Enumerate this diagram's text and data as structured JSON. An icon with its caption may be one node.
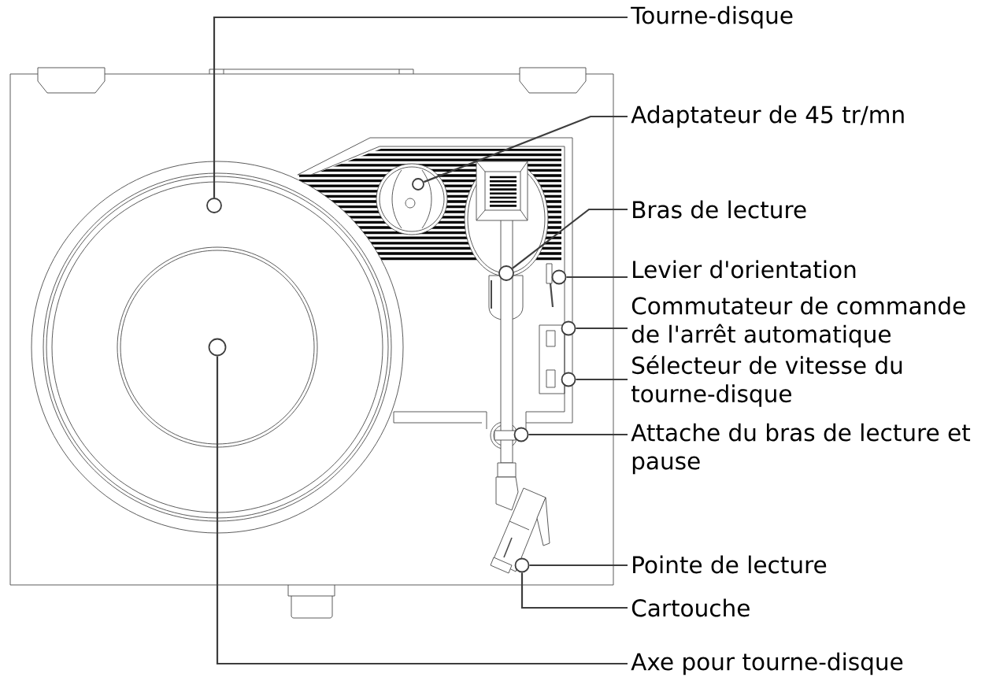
{
  "diagram": {
    "nodes": [
      {
        "text": [
          "Tourne-disque"
        ]
      },
      {
        "text": [
          "Adaptateur de 45 tr/mn"
        ]
      },
      {
        "text": [
          "Bras de lecture"
        ]
      },
      {
        "text": [
          "Levier d'orientation"
        ]
      },
      {
        "text": [
          "Commutateur de commande de l'arrêt automatique"
        ]
      },
      {
        "text": [
          "Sélecteur de vitesse du tourne-disque"
        ]
      },
      {
        "text": [
          "Attache du bras de lecture et pause"
        ]
      },
      {
        "text": [
          "Pointe de lecture"
        ]
      },
      {
        "text": [
          "Cartouche"
        ]
      },
      {
        "text": [
          "Axe pour tourne-disque"
        ]
      },
      {
        "text": [],
        "shape": "circle"
      },
      {
        "text": [],
        "shape": "circle"
      },
      {
        "text": [],
        "shape": "circle"
      },
      {
        "text": [],
        "shape": "circle"
      },
      {
        "text": [],
        "shape": "circle"
      },
      {
        "text": [],
        "shape": "circle"
      },
      {
        "text": [],
        "shape": "circle"
      },
      {
        "text": [],
        "shape": "circle"
      },
      {
        "text": [],
        "shape": "circle"
      }
    ],
    "edges": [
      {
        "from": 0,
        "to": 10,
        "arrow": "none"
      },
      {
        "from": 1,
        "to": 11,
        "arrow": "none"
      },
      {
        "from": 2,
        "to": 12,
        "arrow": "none"
      },
      {
        "from": 3,
        "to": 13,
        "arrow": "none"
      },
      {
        "from": 4,
        "to": 14,
        "arrow": "none"
      },
      {
        "from": 5,
        "to": 15,
        "arrow": "none"
      },
      {
        "from": 6,
        "to": 16,
        "arrow": "none"
      },
      {
        "from": 7,
        "to": 17,
        "arrow": "none"
      },
      {
        "from": 8,
        "to": 17,
        "arrow": "none"
      },
      {
        "from": 9,
        "to": 18,
        "arrow": "none"
      }
    ]
  }
}
